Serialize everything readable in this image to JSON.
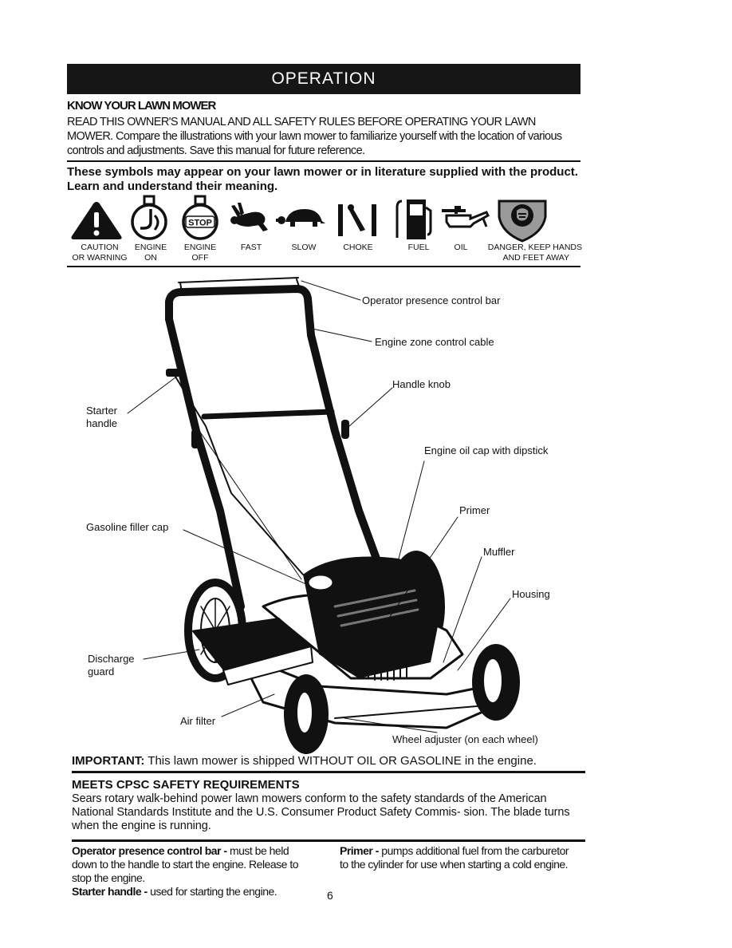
{
  "section_title": "OPERATION",
  "know": {
    "title": "KNOW YOUR LAWN MOWER",
    "body": "READ THIS OWNER'S MANUAL AND ALL SAFETY RULES BEFORE OPERATING YOUR LAWN MOWER. Compare the illustrations with your lawn mower to familiarize yourself with the location of various controls and adjustments. Save this manual for future reference."
  },
  "symbols": {
    "intro": "These symbols may appear on your lawn mower or in literature supplied with the product. Learn and understand their meaning.",
    "stop_text": "STOP",
    "items": [
      {
        "icon": "caution-warning-icon",
        "label1": "CAUTION",
        "label2": "OR WARNING"
      },
      {
        "icon": "engine-on-icon",
        "label1": "ENGINE",
        "label2": "ON"
      },
      {
        "icon": "engine-off-icon",
        "label1": "ENGINE",
        "label2": "OFF"
      },
      {
        "icon": "fast-rabbit-icon",
        "label1": "FAST",
        "label2": ""
      },
      {
        "icon": "slow-turtle-icon",
        "label1": "SLOW",
        "label2": ""
      },
      {
        "icon": "choke-icon",
        "label1": "CHOKE",
        "label2": ""
      },
      {
        "icon": "fuel-pump-icon",
        "label1": "FUEL",
        "label2": ""
      },
      {
        "icon": "oil-can-icon",
        "label1": "OIL",
        "label2": ""
      },
      {
        "icon": "danger-hands-icon",
        "label1": "DANGER, KEEP HANDS",
        "label2": "AND FEET AWAY"
      }
    ]
  },
  "diagram": {
    "callouts": {
      "operator_bar": "Operator presence control bar",
      "engine_cable": "Engine zone control cable",
      "handle_knob": "Handle knob",
      "starter_line1": "Starter",
      "starter_line2": "handle",
      "oil_cap": "Engine oil cap with dipstick",
      "primer": "Primer",
      "gas_cap": "Gasoline filler cap",
      "muffler": "Muffler",
      "housing": "Housing",
      "discharge_line1": "Discharge",
      "discharge_line2": "guard",
      "air_filter": "Air filter",
      "wheel_adjuster": "Wheel adjuster (on each wheel)"
    }
  },
  "important": {
    "label": "IMPORTANT:",
    "text": " This lawn mower is shipped WITHOUT OIL OR GASOLINE in the engine."
  },
  "cpsc": {
    "title": "MEETS CPSC SAFETY REQUIREMENTS",
    "body": "Sears rotary walk-behind power lawn mowers conform to the safety standards of the American National Standards Institute and the U.S. Consumer Product Safety Commis- sion. The blade turns when the engine is running."
  },
  "definitions": {
    "operator_term": "Operator presence control bar -",
    "operator_def": " must be held down to the handle to start the engine. Release to stop the engine.",
    "starter_term": "Starter handle -",
    "starter_def": " used for starting the engine.",
    "primer_term": "Primer -",
    "primer_def": " pumps additional fuel from the carburetor to the cylinder for use when starting a cold engine."
  },
  "page_number": "6"
}
